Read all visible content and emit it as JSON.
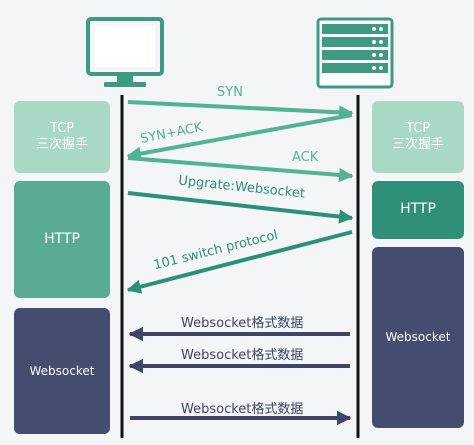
{
  "colors": {
    "light_green": "#a9d8c6",
    "mid_green": "#5aab93",
    "dark_green": "#2f8f78",
    "navy": "#444c70",
    "arrow_green": "#52b394",
    "arrow_teal": "#2e8f78",
    "arrow_navy": "#3c4567",
    "icon_green": "#3f9a84",
    "timeline": "#111111"
  },
  "icons": {
    "client": "desktop-monitor-icon",
    "server": "server-rack-icon"
  },
  "client_boxes": {
    "tcp_line1": "TCP",
    "tcp_line2": "三次握手",
    "http": "HTTP",
    "websocket": "Websocket"
  },
  "server_boxes": {
    "tcp_line1": "TCP",
    "tcp_line2": "三次握手",
    "http": "HTTP",
    "websocket": "Websocket"
  },
  "messages": [
    {
      "label": "SYN",
      "direction": "to-server"
    },
    {
      "label": "SYN+ACK",
      "direction": "to-client"
    },
    {
      "label": "ACK",
      "direction": "to-server"
    },
    {
      "label": "Upgrate:Websocket",
      "direction": "to-server"
    },
    {
      "label": "101 switch protocol",
      "direction": "to-client"
    },
    {
      "label": "Websocket格式数据",
      "direction": "to-client"
    },
    {
      "label": "Websocket格式数据",
      "direction": "to-client"
    },
    {
      "label": "Websocket格式数据",
      "direction": "to-server"
    }
  ]
}
